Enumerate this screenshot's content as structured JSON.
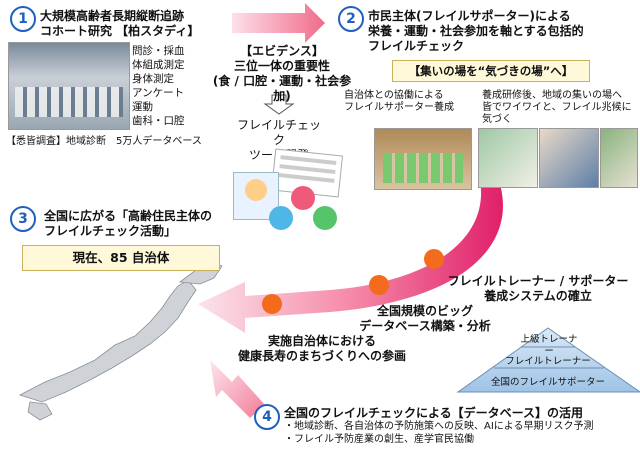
{
  "section1": {
    "num": "1",
    "title_line1": "大規模高齢者長期縦断追跡",
    "title_line2": "コホート研究 【柏スタディ】",
    "measures": [
      "問診・採血",
      "体組成測定",
      "身体測定",
      "アンケート",
      "運動",
      "歯科・口腔"
    ],
    "caption": "【悉皆調査】地域診断　5万人データベース"
  },
  "evidence": {
    "line1": "【エビデンス】",
    "line2": "三位一体の重要性",
    "line3": "(食 / 口腔・運動・社会参加)"
  },
  "tool": {
    "line1": "フレイルチェック",
    "line2": "ツール開発"
  },
  "section2": {
    "num": "2",
    "title_line1": "市民主体(フレイルサポーター)による",
    "title_line2": "栄養・運動・社会参加を軸とする包括的",
    "title_line3": "フレイルチェック",
    "box": "【集いの場を“気づきの場”へ】",
    "left_line1": "自治体との協働による",
    "left_line2": "フレイルサポーター養成",
    "right_line1": "養成研修後、地域の集いの場へ",
    "right_line2": "皆でワイワイと、フレイル兆候に",
    "right_line3": "気づく"
  },
  "section3": {
    "num": "3",
    "title_line1": "全国に広がる「高齢住民主体の",
    "title_line2": "フレイルチェック活動」",
    "box": "現在、85 自治体"
  },
  "arrow_labels": {
    "a1_line1": "フレイルトレーナー / サポーター",
    "a1_line2": "養成システムの確立",
    "a2_line1": "全国規模のビッグ",
    "a2_line2": "データベース構築・分析",
    "a3_line1": "実施自治体における",
    "a3_line2": "健康長寿のまちづくりへの参画"
  },
  "pyramid": [
    "上級トレーナー",
    "フレイルトレーナー",
    "全国のフレイルサポーター"
  ],
  "section4": {
    "num": "4",
    "title": "全国のフレイルチェックによる【データベース】の活用",
    "bullet1": "・地域診断、各自治体の予防施策への反映、AIによる早期リスク予測",
    "bullet2": "・フレイル予防産業の創生、産学官民協働"
  },
  "colors": {
    "accent": "#1f5fbf",
    "pink": "#f06b8a",
    "orange": "#f36b1c",
    "yellow_box": "#fff8d9"
  }
}
